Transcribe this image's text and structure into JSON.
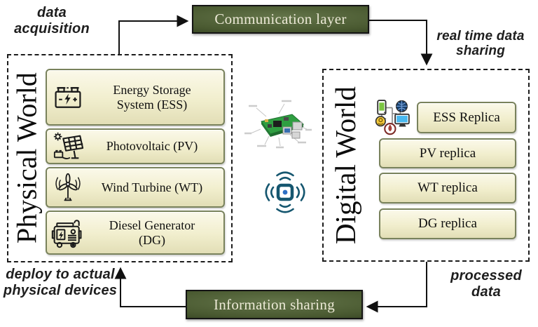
{
  "figure": {
    "type": "digital-twin-architecture-diagram"
  },
  "colors": {
    "bar_green_dark": "#2b371c",
    "bar_green_light": "#64754a",
    "bar_text": "#ece9d6",
    "box_cream": "#f1eecd",
    "box_border": "#79825c",
    "dashed_border": "#1c1c1c",
    "arrow": "#111111",
    "wireless_teal": "#15566f",
    "wireless_dot": "#2e6fc4",
    "pi_board_green": "#2f9e41"
  },
  "top_bar": {
    "label": "Communication layer"
  },
  "bottom_bar": {
    "label": "Information sharing"
  },
  "annotations": {
    "data_acquisition": {
      "line1": "data",
      "line2": "acquisition"
    },
    "real_time_sharing": {
      "line1": "real time data",
      "line2": "sharing"
    },
    "deploy": {
      "line1": "deploy to actual",
      "line2": "physical devices"
    },
    "processed": {
      "line1": "processed",
      "line2": "data"
    }
  },
  "physical_world": {
    "title": "Physical World",
    "items": [
      {
        "label": "Energy Storage System (ESS)",
        "icon": "battery-icon"
      },
      {
        "label": "Photovoltaic (PV)",
        "icon": "solar-panel-icon"
      },
      {
        "label": "Wind Turbine (WT)",
        "icon": "wind-turbine-icon"
      },
      {
        "label": "Diesel Generator (DG)",
        "icon": "diesel-generator-icon"
      }
    ]
  },
  "digital_world": {
    "title": "Digital World",
    "cluster_icon": "iot-network-icon",
    "items": [
      {
        "label": "ESS Replica"
      },
      {
        "label": "PV replica"
      },
      {
        "label": "WT replica"
      },
      {
        "label": "DG replica"
      }
    ]
  },
  "middle": {
    "board_image": "raspberry-pi-board",
    "signal_icon": "wireless-sensor"
  }
}
